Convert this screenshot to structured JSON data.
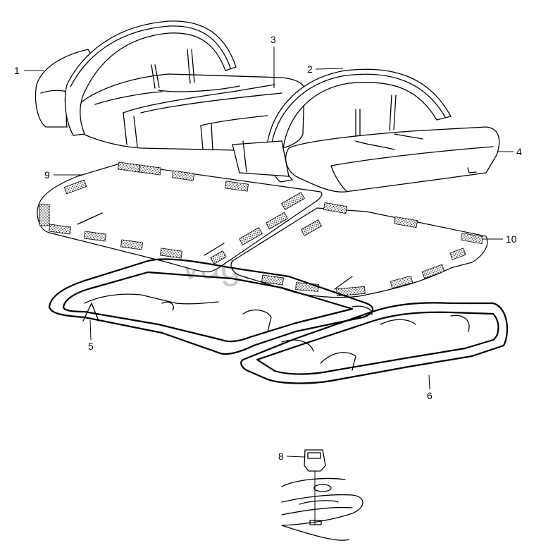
{
  "watermark": "vagtec.ru",
  "callouts": {
    "c1": "1",
    "c2": "2",
    "c3": "3",
    "c4": "4",
    "c5": "5",
    "c6": "6",
    "c8": "8",
    "c9": "9",
    "c10": "10"
  }
}
